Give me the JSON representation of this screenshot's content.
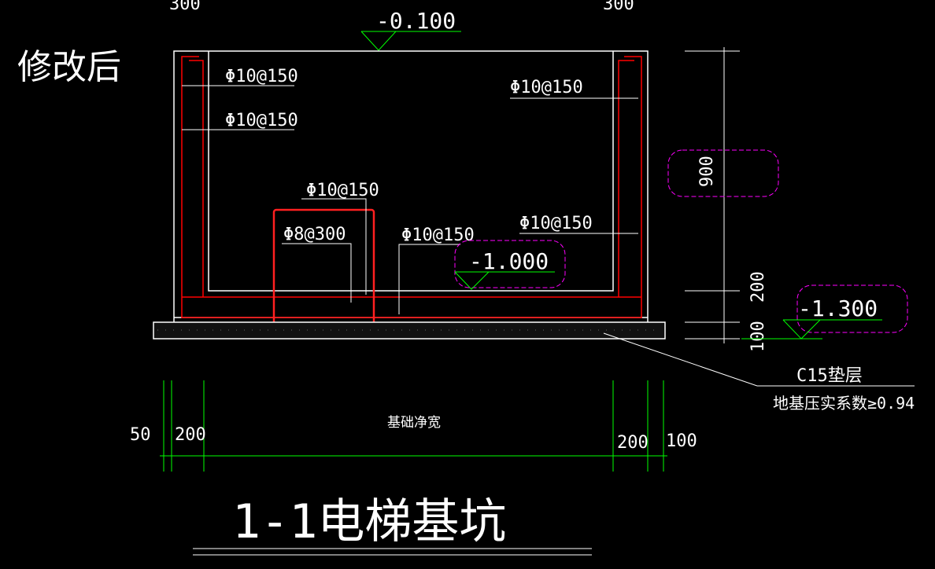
{
  "drawing": {
    "revision_label": "修改后",
    "title": "1-1电梯基坑",
    "top_dims": [
      "300",
      "300"
    ],
    "elevations": {
      "top": "-0.100",
      "pit_floor": "-1.000",
      "cushion_bottom": "-1.300"
    },
    "rebar_labels": [
      "Φ10@150",
      "Φ10@150",
      "Φ10@150",
      "Φ10@150",
      "Φ10@150",
      "Φ10@150",
      "Φ8@300"
    ],
    "vertical_dims": [
      "900",
      "200",
      "100"
    ],
    "cushion_note": "C15垫层",
    "compaction_note": "地基压实系数≥0.94",
    "clear_width_label": "基础净宽",
    "bottom_dims": [
      "50",
      "200",
      "200",
      "100"
    ],
    "colors": {
      "wall": "#ffffff",
      "rebar": "#ff0000",
      "level": "#00ff00",
      "cloud": "#ff00ff",
      "dim": "#00ff00"
    }
  }
}
